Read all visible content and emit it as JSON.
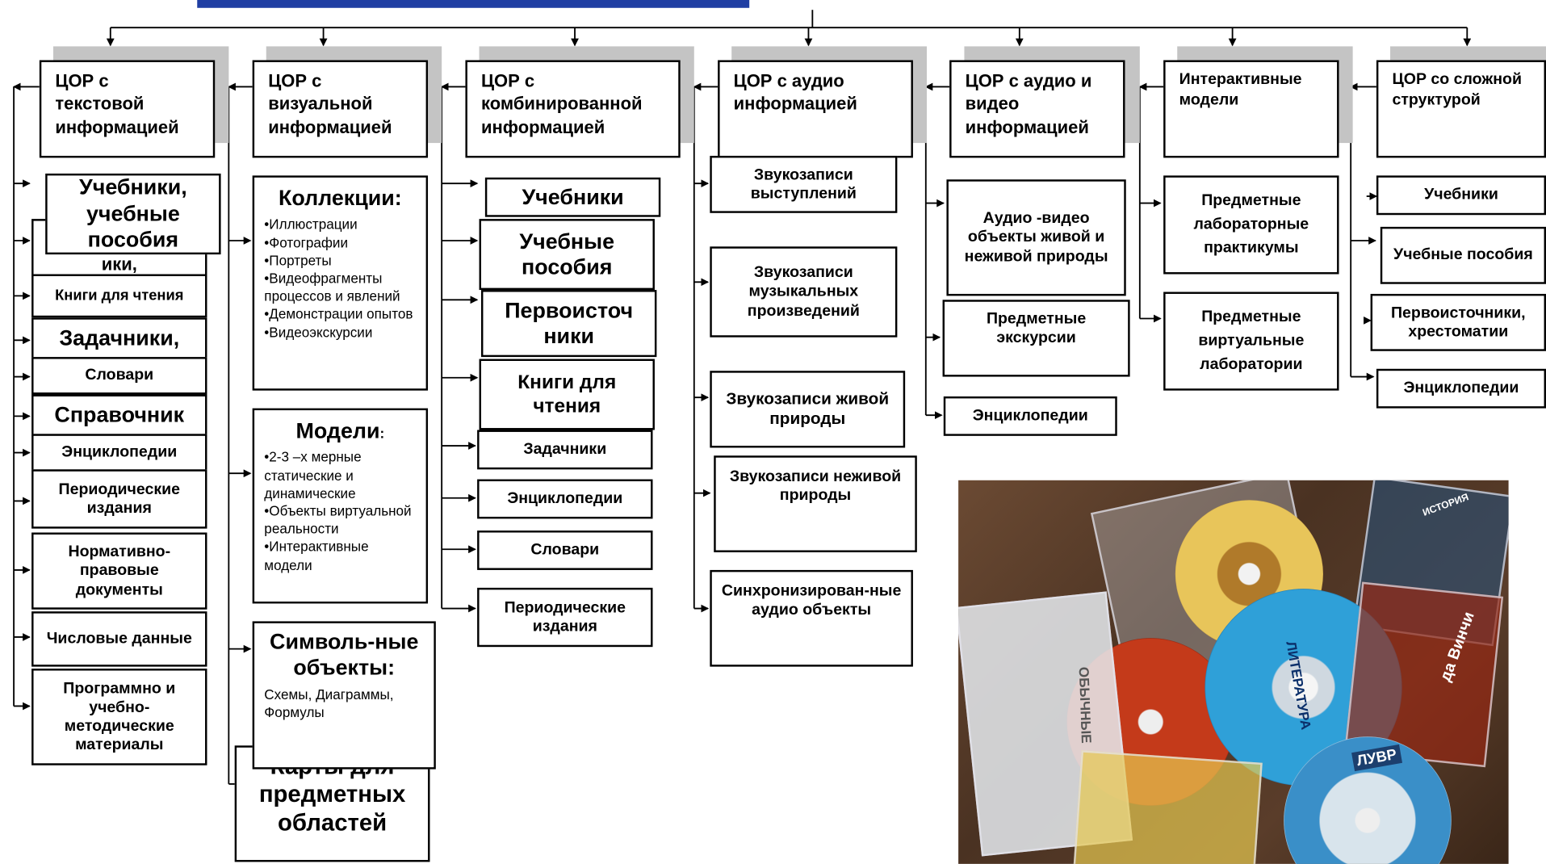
{
  "columns": [
    {
      "header": "ЦОР с текстовой информацией",
      "items": [
        "Учебники, учебные пособия",
        "ики,",
        "Книги для чтения",
        "Задачники,",
        "Словари",
        "Справочник",
        "Энциклопедии",
        "Периодические издания",
        "Нормативно-правовые документы",
        "Числовые данные",
        "Программно и учебно-методические материалы"
      ]
    },
    {
      "header": "ЦОР с визуальной информацией",
      "collections": {
        "title": "Коллекции:",
        "items": [
          "Иллюстрации",
          "Фотографии",
          "Портреты",
          "Видеофрагменты процессов и явлений",
          "Демонстрации опытов",
          "Видеоэкскурсии"
        ]
      },
      "models": {
        "title": "Модели",
        "colon": ":",
        "items": [
          "2-3 –х мерные статические и динамические",
          "Объекты виртуальной реальности",
          "Интерактивные модели"
        ]
      },
      "symbolic": {
        "title": "Символь-ные объекты:",
        "text": "Схемы, Диаграммы, Формулы"
      },
      "maps": "Карты для предметных областей"
    },
    {
      "header": "ЦОР с комбинированной информацией",
      "items": [
        "Учебники",
        "Учебные пособия",
        "Первоисточ ники",
        "Книги для чтения",
        "Задачники",
        "Энциклопедии",
        "Словари",
        "Периодические издания"
      ]
    },
    {
      "header": "ЦОР с аудио информацией",
      "items": [
        "Звукозаписи выступлений",
        "Звукозаписи музыкальных произведений",
        "Звукозаписи живой природы",
        "Звукозаписи неживой природы",
        "Синхронизирован-ные аудио объекты"
      ]
    },
    {
      "header": "ЦОР с аудио и видео информацией",
      "items": [
        "Аудио -видео объекты живой и неживой природы",
        "Предметные экскурсии",
        "Энциклопедии"
      ]
    },
    {
      "header": "Интерактивные модели",
      "items": [
        "Предметные лабораторные практикумы",
        "Предметные виртуальные лаборатории"
      ]
    },
    {
      "header": "ЦОР со сложной структурой",
      "items": [
        "Учебники",
        "Учебные пособия",
        "Первоисточники, хрестоматии",
        "Энциклопедии"
      ]
    }
  ],
  "photo": {
    "texts": [
      "ЛИТЕРАТУРА",
      "да Винчи",
      "ЛУВР",
      "ОБЫЧНЫЕ",
      "ИСТОРИЯ"
    ]
  },
  "colors": {
    "title_blue": "#1f3ea3",
    "shadow_gray": "#c4c4c4"
  }
}
